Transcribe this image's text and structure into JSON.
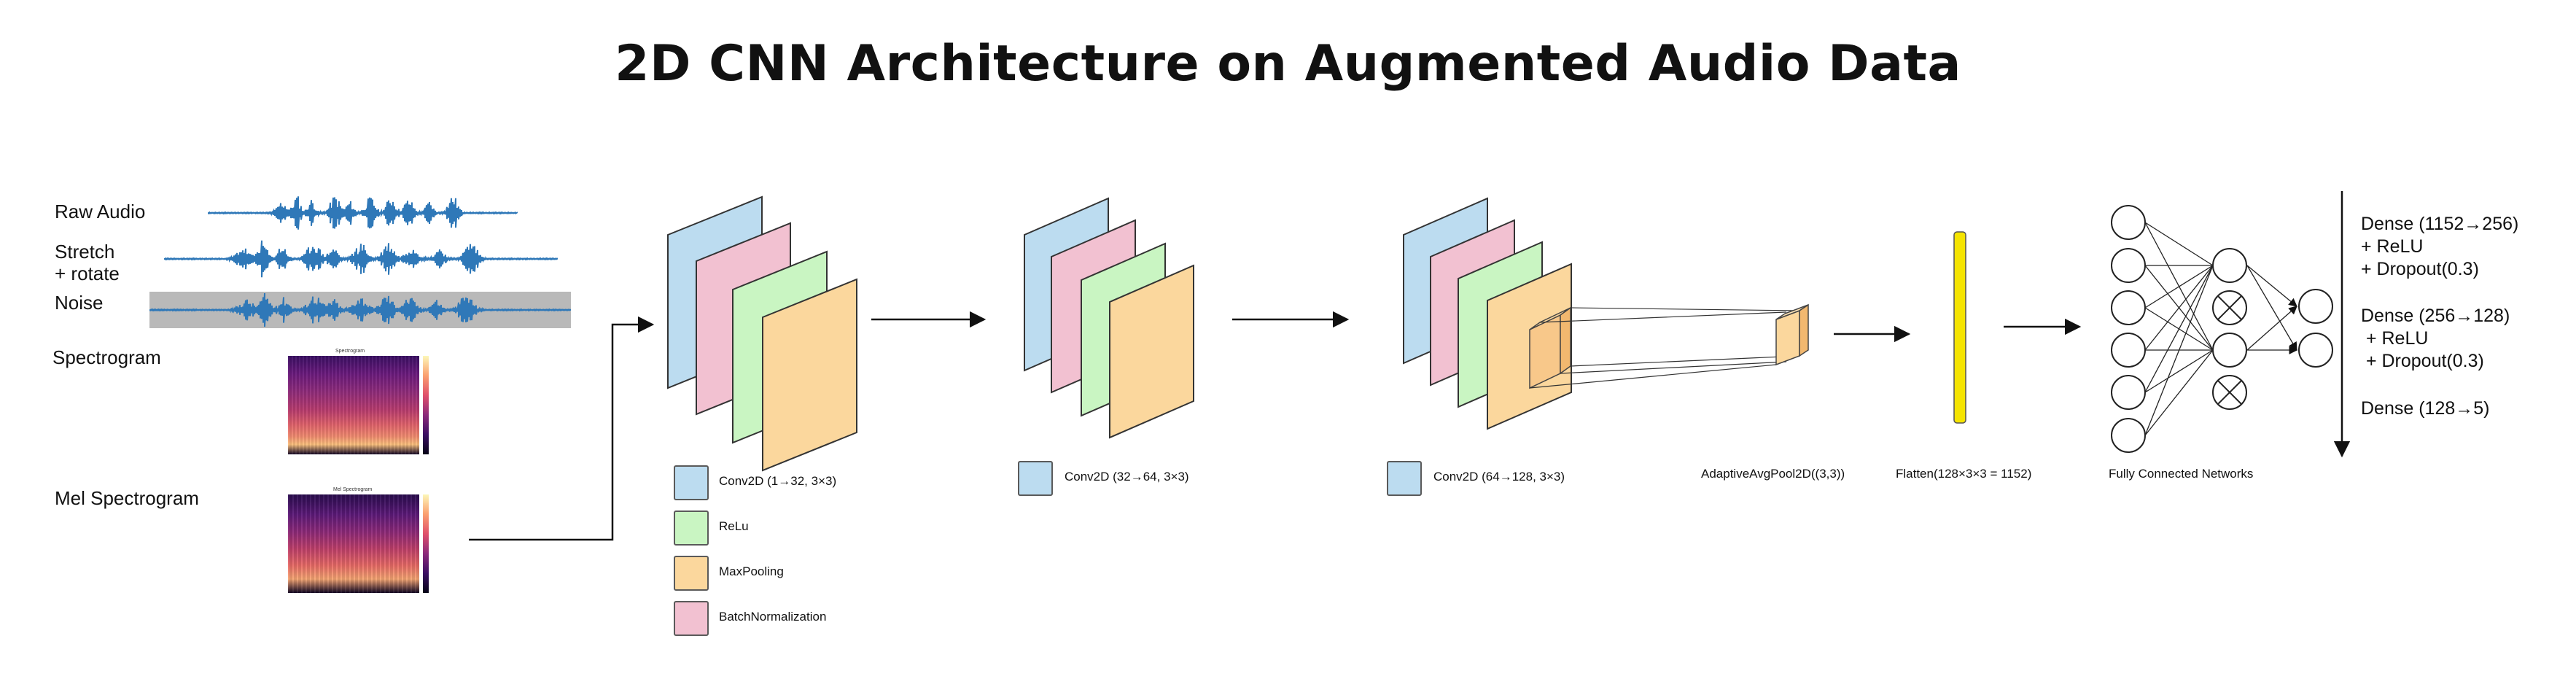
{
  "title": "2D CNN Architecture on Augmented Audio Data",
  "inputs": {
    "raw_audio": "Raw Audio",
    "stretch": "Stretch\n+ rotate",
    "noise": "Noise",
    "spectrogram": "Spectrogram",
    "mel_spectrogram": "Mel Spectrogram",
    "spectrogram_plot_title": "Spectrogram",
    "mel_plot_title": "Mel Spectrogram"
  },
  "legend": [
    {
      "label": "Conv2D (1→32, 3×3)",
      "color": "#bcdcf0"
    },
    {
      "label": "ReLu",
      "color": "#c9f5c2"
    },
    {
      "label": "MaxPooling",
      "color": "#fbd79d"
    },
    {
      "label": "BatchNormalization",
      "color": "#f2c1d1"
    }
  ],
  "block2_label": "Conv2D (32→64, 3×3)",
  "block3_label": "Conv2D (64→128, 3×3)",
  "pool_label": "AdaptiveAvgPool2D((3,3))",
  "flatten_label": "Flatten(128×3×3 = 1152)",
  "fc_label": "Fully Connected Networks",
  "dense": [
    "Dense (1152→256)\n+ ReLU\n+ Dropout(0.3)",
    "Dense (256→128)\n + ReLU\n + Dropout(0.3)",
    "Dense (128→5)"
  ],
  "colors": {
    "conv": "#bcdcf0",
    "relu": "#c9f5c2",
    "pool": "#fbd79d",
    "bn": "#f2c1d1",
    "waveform": "#2f78b8",
    "flatten": "#f5e400"
  }
}
